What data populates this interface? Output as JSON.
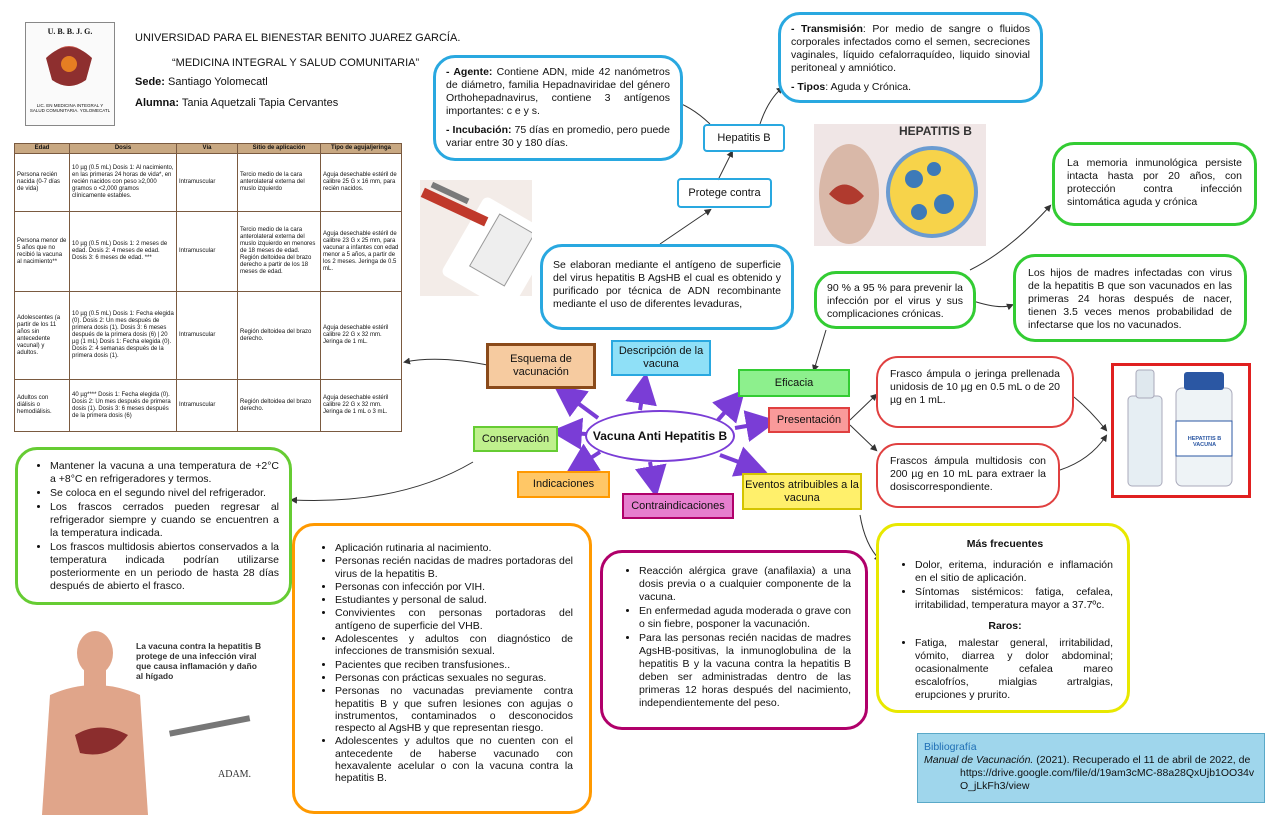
{
  "header": {
    "university": "UNIVERSIDAD PARA EL BIENESTAR BENITO JUAREZ GARCÍA.",
    "program": "“MEDICINA INTEGRAL Y SALUD COMUNITARIA”",
    "sede_label": "Sede:",
    "sede_value": " Santiago Yolomecatl",
    "alumna_label": "Alumna:",
    "alumna_value": " Tania Aquetzali Tapia Cervantes",
    "logo_top": "U. B. B. J. G.",
    "logo_bottom": "LIC. EN MEDICINA INTEGRAL Y SALUD COMUNITARIA. YOLOMECATL"
  },
  "table": {
    "headers": [
      "Edad",
      "Dosis",
      "Vía",
      "Sitio de aplicación",
      "Tipo de aguja/jeringa"
    ],
    "rows": [
      {
        "edad": "Persona recién nacida (0-7 días de vida)",
        "dosis": "10 µg (0.5 mL) Dosis 1: Al nacimiento, en las primeras 24 horas de vida*, en recién nacidos con peso ≥2,000 gramos o <2,000 gramos clínicamente estables.",
        "via": "Intramuscular",
        "sitio": "Tercio medio de la cara anterolateral externa del muslo izquierdo",
        "aguja": "Aguja desechable estéril de calibre 25 G x 16 mm, para recién nacidos."
      },
      {
        "edad": "Persona menor de 5 años que no recibió la vacuna al nacimiento**",
        "dosis": "10 µg (0.5 mL) Dosis 1: 2 meses de edad. Dosis 2: 4 meses de edad. Dosis 3: 6 meses de edad. ***",
        "via": "Intramuscular",
        "sitio": "Tercio medio de la cara anterolateral externa del muslo izquierdo en menores de 18 meses de edad. Región deltoidea del brazo derecho a partir de los 18 meses de edad.",
        "aguja": "Aguja desechable estéril de calibre 23 G x 25 mm, para vacunar a infantes con edad menor a 5 años, a partir de los 2 meses. Jeringa de 0.5 mL."
      },
      {
        "edad": "Adolescentes (a partir de los 11 años sin antecedente vacunal) y adultos.",
        "dosis": "10 µg (0.5 mL) Dosis 1: Fecha elegida (0). Dosis 2: Un mes después de primera dosis (1). Dosis 3: 6 meses después de la primera dosis (6) | 20 µg (1 mL) Dosis 1: Fecha elegida (0). Dosis 2: 4 semanas después de la primera dosis (1).",
        "via": "Intramuscular",
        "sitio": "Región deltoidea del brazo derecho.",
        "aguja": "Aguja desechable estéril calibre 22 G x 32 mm. Jeringa de 1 mL."
      },
      {
        "edad": "Adultos con diálisis o hemodiálisis.",
        "dosis": "40 µg**** Dosis 1: Fecha elegida (0). Dosis 2: Un mes después de primera dosis (1). Dosis 3: 6 meses después de la primera dosis (6)",
        "via": "Intramuscular",
        "sitio": "Región deltoidea del brazo derecho.",
        "aguja": "Aguja desechable estéril calibre 22 G x 32 mm. Jeringa de 1 mL o 3 mL."
      }
    ]
  },
  "center": {
    "label": "Vacuna Anti Hepatitis B"
  },
  "nodes": {
    "esquema": "Esquema de vacunación",
    "descripcion": "Descripción de la vacuna",
    "eficacia": "Eficacia",
    "presentacion": "Presentación",
    "conservacion": "Conservación",
    "indicaciones": "Indicaciones",
    "contraindicaciones": "Contraindicaciones",
    "eventos": "Eventos atribuibles a la vacuna",
    "protege": "Protege contra",
    "hepatitisb": "Hepatitis B"
  },
  "boxes": {
    "descripcion_text": "Se elaboran mediante el antígeno de superficie del virus hepatitis B AgsHB el cual es obtenido y purificado por técnica de ADN recombinante mediante el uso de diferentes levaduras,",
    "agente_label": "- Agente:",
    "agente_text": " Contiene ADN, mide 42 nanómetros de diámetro, familia Hepadnaviridae del género Orthohepadnavirus, contiene 3 antígenos importantes: c e y s.",
    "incubacion_label": "- Incubación:",
    "incubacion_text": " 75 días en promedio, pero puede variar entre 30 y 180 días.",
    "transmision_label": "- Transmisión",
    "transmision_text": ": Por medio de sangre o fluidos corporales infectados como el semen, secreciones vaginales, líquido cefalorraquídeo, liquido sinovial peritoneal y amniótico.",
    "tipos_label": "- Tipos",
    "tipos_text": ": Aguda y Crónica.",
    "eficacia_text": "90 % a 95 % para prevenir la infección por el virus y sus complicaciones crónicas.",
    "memoria_text": "La memoria inmunológica persiste intacta hasta por 20 años, con protección contra infección sintomática aguda y crónica",
    "hijos_text": "Los hijos de madres infectadas con virus de la hepatitis B que son vacunados en las primeras 24 horas después de nacer, tienen 3.5 veces menos probabilidad de infectarse que los no vacunados.",
    "frasco1_text": "Frasco ámpula o jeringa prellenada unidosis de 10 µg en 0.5 mL o de 20 µg en 1 mL.",
    "frasco2_text": "Frascos ámpula multidosis con 200 µg en 10 mL para extraer la dosiscorrespondiente.",
    "conservacion_items": [
      "Mantener la vacuna a una temperatura de +2°C a +8°C en refrigeradores y termos.",
      "Se coloca en el segundo nivel del refrigerador.",
      "Los frascos cerrados pueden regresar al refrigerador siempre y cuando se encuentren a la temperatura indicada.",
      "Los frascos multidosis abiertos conservados a la temperatura indicada podrían utilizarse posteriormente en un periodo de hasta 28 días después de abierto el frasco."
    ],
    "indicaciones_items": [
      "Aplicación rutinaria al nacimiento.",
      "Personas recién nacidas de madres portadoras del virus de la hepatitis B.",
      "Personas con infección por VIH.",
      "Estudiantes y personal de salud.",
      "Convivientes con personas portadoras del antígeno de superficie del VHB.",
      "Adolescentes y adultos con diagnóstico de infecciones de transmisión sexual.",
      "Pacientes que reciben transfusiones..",
      "Personas con prácticas sexuales no seguras.",
      "Personas no vacunadas previamente contra hepatitis B y que sufren lesiones con agujas o instrumentos, contaminados o desconocidos respecto al AgsHB y que representan riesgo.",
      "Adolescentes y adultos que no cuenten con el antecedente de haberse vacunado con hexavalente acelular o con la vacuna contra la hepatitis B."
    ],
    "contra_items": [
      "Reacción alérgica grave (anafilaxia) a una dosis previa o a cualquier componente de la vacuna.",
      "En enfermedad aguda moderada o grave con o sin fiebre, posponer la vacunación.",
      "Para las personas recién nacidas de madres AgsHB-positivas, la inmunoglobulina de la hepatitis B y la vacuna contra la hepatitis B deben ser administradas dentro de las primeras 12 horas después del nacimiento, independientemente del peso."
    ],
    "frecuentes_title": "Más frecuentes",
    "frecuentes_items": [
      "Dolor, eritema, induración e inflamación en el sitio de aplicación.",
      "Síntomas sistémicos: fatiga, cefalea, irritabilidad, temperatura mayor a 37.7ºc."
    ],
    "raros_title": "Raros:",
    "raros_items": [
      "Fatiga, malestar general, irritabilidad, vómito, diarrea y dolor abdominal; ocasionalmente cefalea mareo escalofríos, mialgias artralgias, erupciones y prurito."
    ]
  },
  "images": {
    "hepatitis_title": "HEPATITIS B",
    "liver_caption": "La vacuna contra la hepatitis B protege de una infección viral que causa inflamación y daño al hígado",
    "adam": "ADAM.",
    "vial_label": "HEPATITIS B VACUNA"
  },
  "bibliografia": {
    "title": "Bibliografía",
    "source": "Manual de Vacunación.",
    "text": " (2021). Recuperado el 11 de abril de 2022, de",
    "url": "https://drive.google.com/file/d/19am3cMC-88a28QxUjb1OO34vO_jLkFh3/view"
  },
  "colors": {
    "blue": "#29a8e0",
    "green": "#33cc33",
    "red": "#e04040",
    "orange": "#ff9900",
    "magenta": "#b0006a",
    "yellow": "#e8e800",
    "purple": "#7a3dd6",
    "brown": "#8a4a1a",
    "biblio_bg": "#9fd6ec"
  }
}
